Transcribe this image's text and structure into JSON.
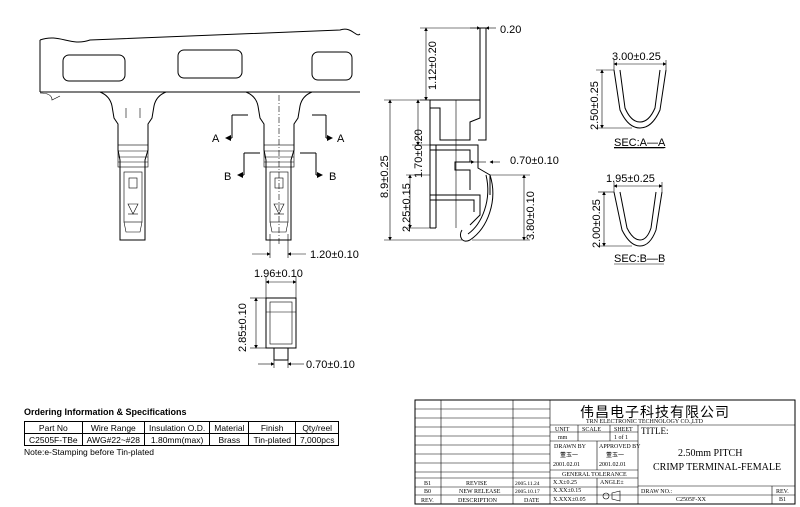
{
  "dimensions": {
    "thickness": "0.20",
    "tab_height": "1.12±0.20",
    "overall_height": "8.9±0.25",
    "insulation_height": "1.70±0.20",
    "contact_height": "2.25±0.15",
    "spring_gap": "0.70±0.10",
    "contact_length": "3.80±0.10",
    "tip_width": "1.20±0.10",
    "body_width": "1.96±0.10",
    "body_height": "2.85±0.10",
    "pin_width": "0.70±0.10",
    "sec_a_width": "3.00±0.25",
    "sec_a_height": "2.50±0.25",
    "sec_b_width": "1.95±0.25",
    "sec_b_height": "2.00±0.25"
  },
  "section_labels": {
    "a_left": "A",
    "a_right": "A",
    "b_left": "B",
    "b_right": "B",
    "sec_a": "SEC:A—A",
    "sec_b": "SEC:B—B"
  },
  "ordering": {
    "title": "Ordering Information & Specifications",
    "headers": [
      "Part No",
      "Wire Range",
      "Insulation O.D.",
      "Material",
      "Finish",
      "Qty/reel"
    ],
    "row": [
      "C2505F-TBe",
      "AWG#22~#28",
      "1.80mm(max)",
      "Brass",
      "Tin-plated",
      "7,000pcs"
    ],
    "note": "Note:e-Stamping before Tin-plated"
  },
  "title_block": {
    "company_cn": "伟昌电子科技有限公司",
    "company_en": "TRN ELECTRONIC TECHNOLOGY CO.,LTD",
    "unit_label": "UNIT",
    "scale_label": "SCALE",
    "sheet_label": "SHEET",
    "unit": "mm",
    "sheet": "1 of 1",
    "title_label": "TITLE:",
    "title_line1": "2.50mm PITCH",
    "title_line2": "CRIMP TERMINAL-FEMALE",
    "drawn_by_label": "DRAWN BY",
    "approved_by_label": "APPROVED BY",
    "drawn_by": "董玉一",
    "approved_by": "董玉一",
    "drawn_date": "2001.02.01",
    "approved_date": "2001.02.01",
    "tolerance_label": "GENERAL TOLERANCE",
    "tol1": "X.X±0.25",
    "tol2": "X.XX±0.15",
    "tol3": "X.XXX±0.05",
    "angle_label": "ANGLE±",
    "drawing_no_label": "DRAW NO.:",
    "drawing_no": "C2505F-XX",
    "rev_label": "REV.",
    "rev": "B1",
    "revisions": [
      {
        "rev": "B1",
        "desc": "REVISE",
        "date": "2005.11.24"
      },
      {
        "rev": "B0",
        "desc": "NEW RELEASE",
        "date": "2005.10.17"
      }
    ],
    "rev_col": "REV.",
    "desc_col": "DESCRIPTION",
    "date_col": "DATE"
  }
}
